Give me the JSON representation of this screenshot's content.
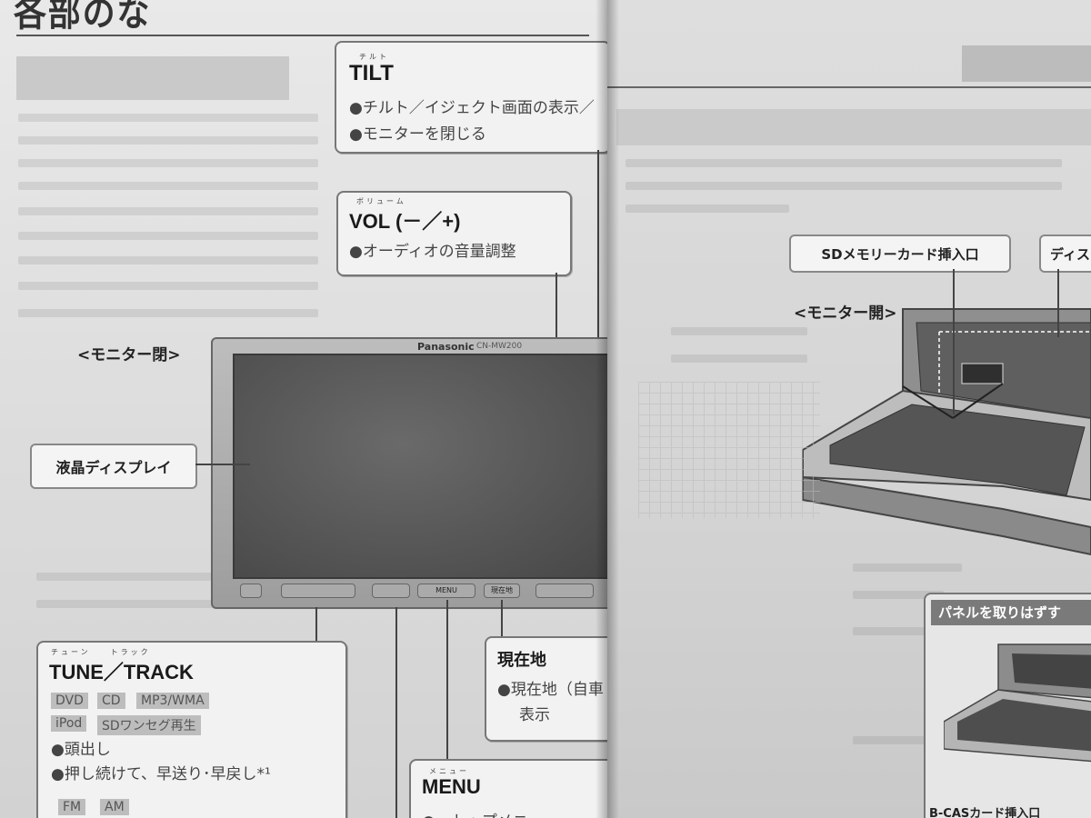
{
  "left_page": {
    "header_title": "各部のな",
    "monitor": {
      "label": "<モニター閉>",
      "brand": "Panasonic",
      "model": "CN-MW200",
      "buttons": [
        "",
        "",
        "",
        "MENU",
        "現在地",
        ""
      ]
    },
    "lcd_label": "液晶ディスプレイ",
    "tilt": {
      "ruby": "チルト",
      "title": "TILT",
      "lines": [
        "●チルト／イジェクト画面の表示／",
        "●モニターを閉じる"
      ]
    },
    "vol": {
      "ruby": "ボリューム",
      "title": "VOL (－／+)",
      "lines": [
        "●オーディオの音量調整"
      ]
    },
    "tune": {
      "ruby": "チューン　　トラック",
      "title": "TUNE／TRACK",
      "tags_row1": [
        "DVD",
        "CD",
        "MP3/WMA"
      ],
      "tags_row2": [
        "iPod",
        "SDワンセグ再生"
      ],
      "lines": [
        "●頭出し",
        "●押し続けて、早送り･早戻し*¹"
      ],
      "tags_row3": [
        "FM",
        "AM"
      ]
    },
    "genzaichi": {
      "title": "現在地",
      "lines": [
        "●現在地（自車",
        "表示"
      ]
    },
    "menu": {
      "ruby": "メニュー",
      "title": "MENU",
      "lines": [
        "●…トップメニュー"
      ]
    }
  },
  "right_page": {
    "sd_label": "SDメモリーカード挿入口",
    "disc_label": "ディス",
    "monitor_open_label": "<モニター開>",
    "panel_heading": "パネルを取りはずす",
    "bcas_label": "B-CASカード挿入口"
  },
  "colors": {
    "paper": "#e4e4e4",
    "box_fill": "#f2f2f2",
    "box_border": "#777777",
    "screen": "#555555"
  }
}
